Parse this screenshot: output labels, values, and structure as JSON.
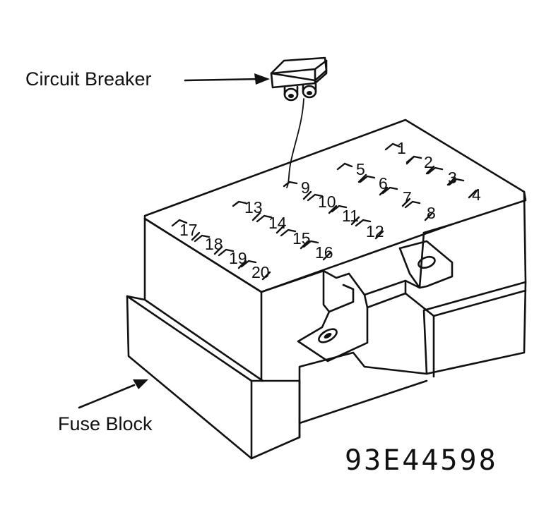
{
  "labels": {
    "circuit_breaker": "Circuit Breaker",
    "fuse_block": "Fuse Block",
    "figure_id": "93E44598"
  },
  "fuse_slots": [
    "1",
    "2",
    "3",
    "4",
    "5",
    "6",
    "7",
    "8",
    "9",
    "10",
    "11",
    "12",
    "13",
    "14",
    "15",
    "16",
    "17",
    "18",
    "19",
    "20"
  ],
  "colors": {
    "ink": "#111111",
    "background": "#ffffff"
  }
}
